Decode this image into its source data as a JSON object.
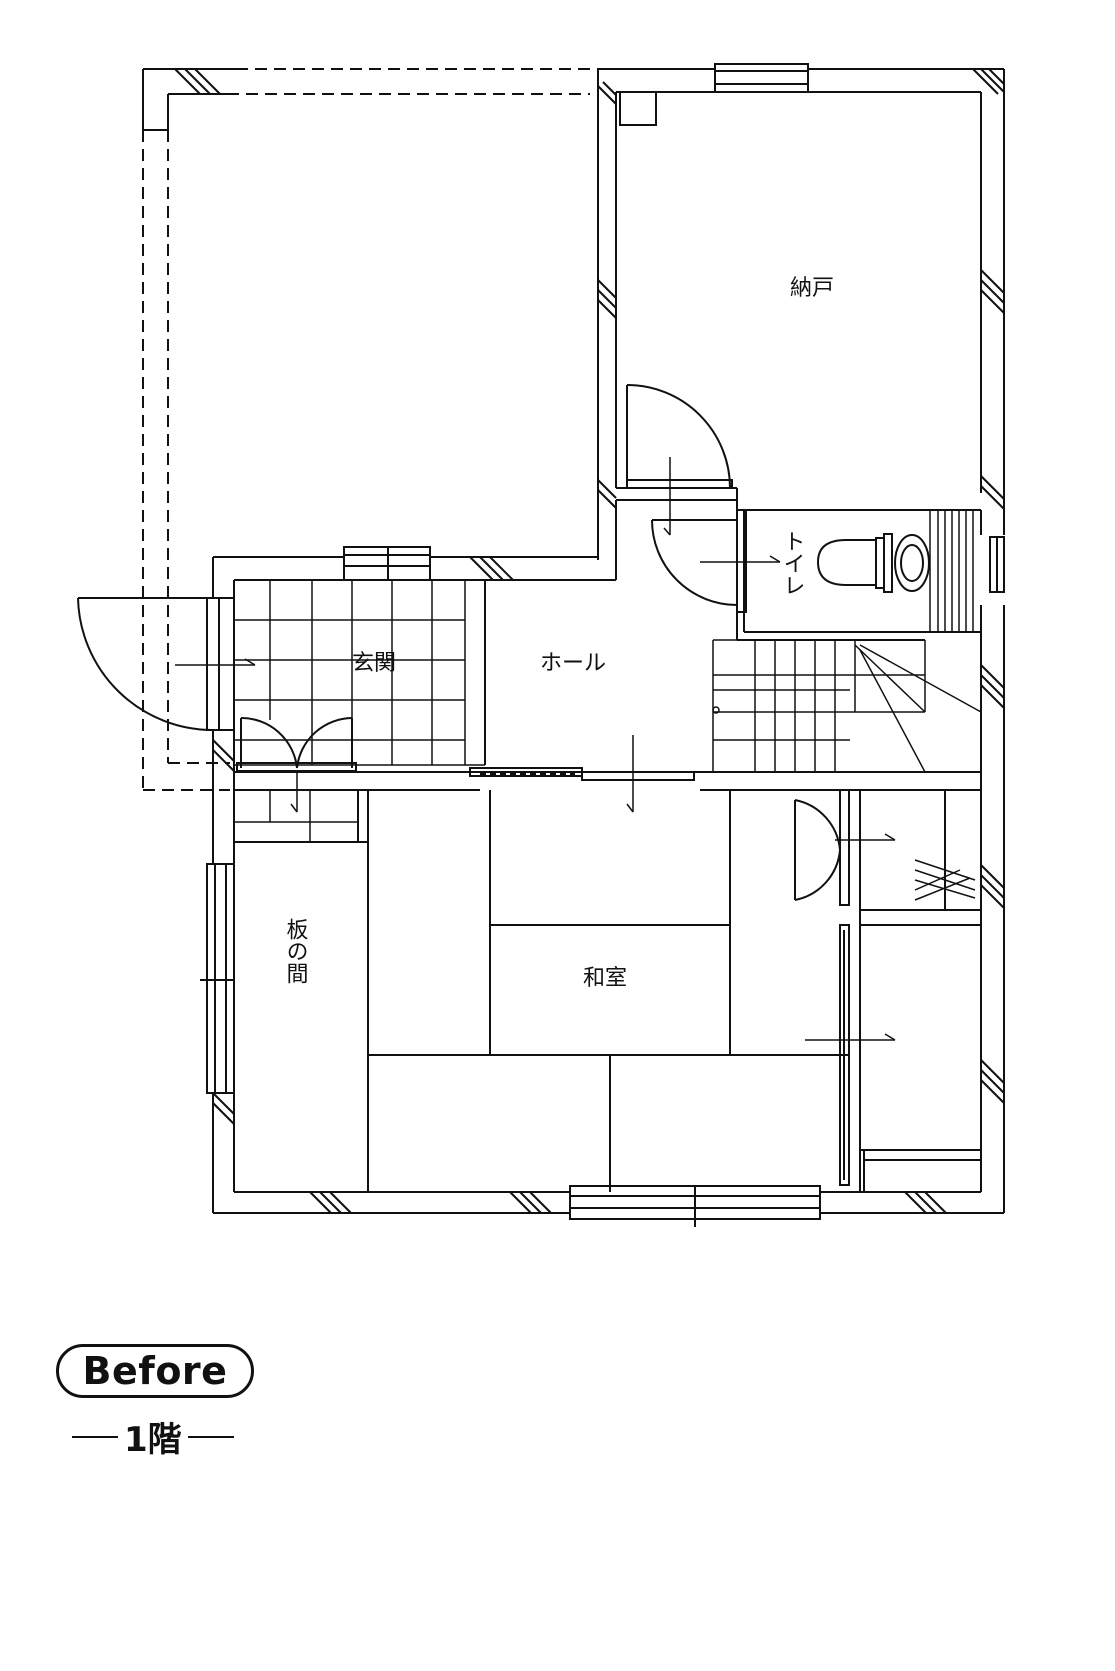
{
  "rooms": {
    "nando": "納戸",
    "toilet": "トイレ",
    "genkan": "玄関",
    "hall": "ホール",
    "washitsu": "和室",
    "itanoma": "板の間"
  },
  "badge": "Before",
  "floor": "1階"
}
